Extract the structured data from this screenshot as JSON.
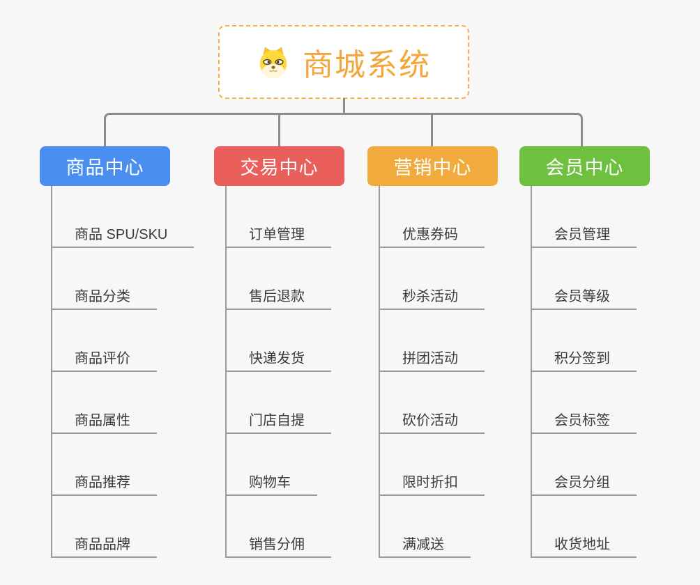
{
  "root": {
    "title": "商城系统",
    "icon": "dog-face-icon",
    "text_color": "#f4a63c",
    "border_color": "#f5b04a"
  },
  "connector_color": "#8c8c8c",
  "branches": [
    {
      "label": "商品中心",
      "color": "#4a8ff0",
      "children": [
        "商品 SPU/SKU",
        "商品分类",
        "商品评价",
        "商品属性",
        "商品推荐",
        "商品品牌"
      ]
    },
    {
      "label": "交易中心",
      "color": "#ea5e5b",
      "children": [
        "订单管理",
        "售后退款",
        "快递发货",
        "门店自提",
        "购物车",
        "销售分佣"
      ]
    },
    {
      "label": "营销中心",
      "color": "#f0ab3c",
      "children": [
        "优惠券码",
        "秒杀活动",
        "拼团活动",
        "砍价活动",
        "限时折扣",
        "满减送"
      ]
    },
    {
      "label": "会员中心",
      "color": "#6ec13f",
      "children": [
        "会员管理",
        "会员等级",
        "积分签到",
        "会员标签",
        "会员分组",
        "收货地址"
      ]
    }
  ]
}
